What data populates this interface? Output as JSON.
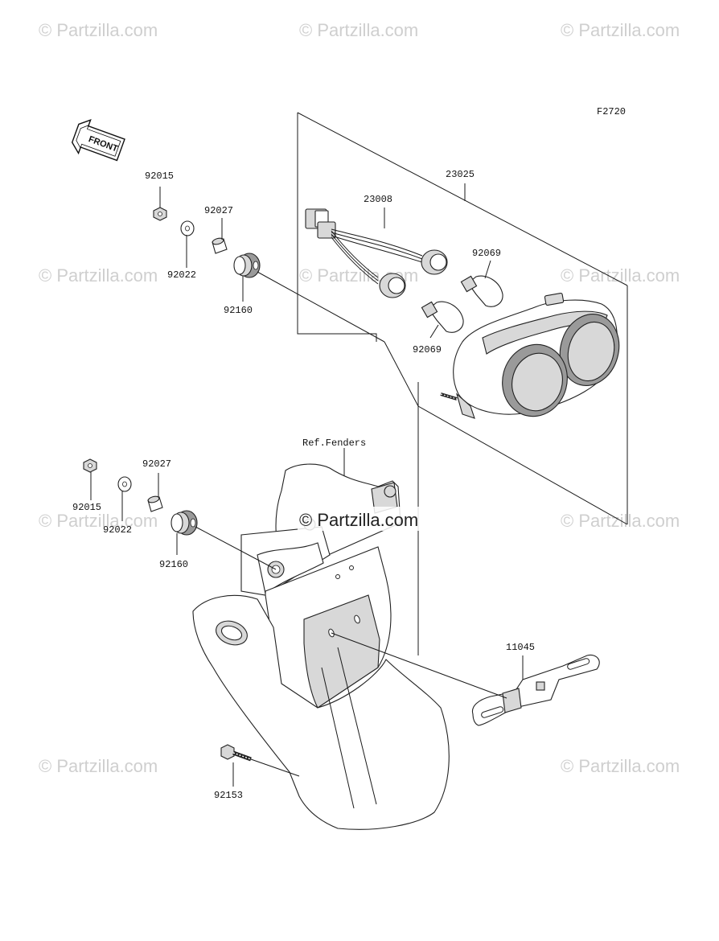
{
  "diagram": {
    "figure_code": "F2720",
    "front_label": "FRONT",
    "ref_label": "Ref.Fenders",
    "watermark_text": "© Partzilla.com",
    "center_watermark_text": "© Partzilla.com",
    "callouts": [
      {
        "id": "92015-a",
        "text": "92015"
      },
      {
        "id": "92027-a",
        "text": "92027"
      },
      {
        "id": "92022-a",
        "text": "92022"
      },
      {
        "id": "92160-a",
        "text": "92160"
      },
      {
        "id": "23025",
        "text": "23025"
      },
      {
        "id": "23008",
        "text": "23008"
      },
      {
        "id": "92069-a",
        "text": "92069"
      },
      {
        "id": "92069-b",
        "text": "92069"
      },
      {
        "id": "92027-b",
        "text": "92027"
      },
      {
        "id": "92015-b",
        "text": "92015"
      },
      {
        "id": "92022-b",
        "text": "92022"
      },
      {
        "id": "92160-b",
        "text": "92160"
      },
      {
        "id": "11045",
        "text": "11045"
      },
      {
        "id": "92153",
        "text": "92153"
      }
    ]
  }
}
